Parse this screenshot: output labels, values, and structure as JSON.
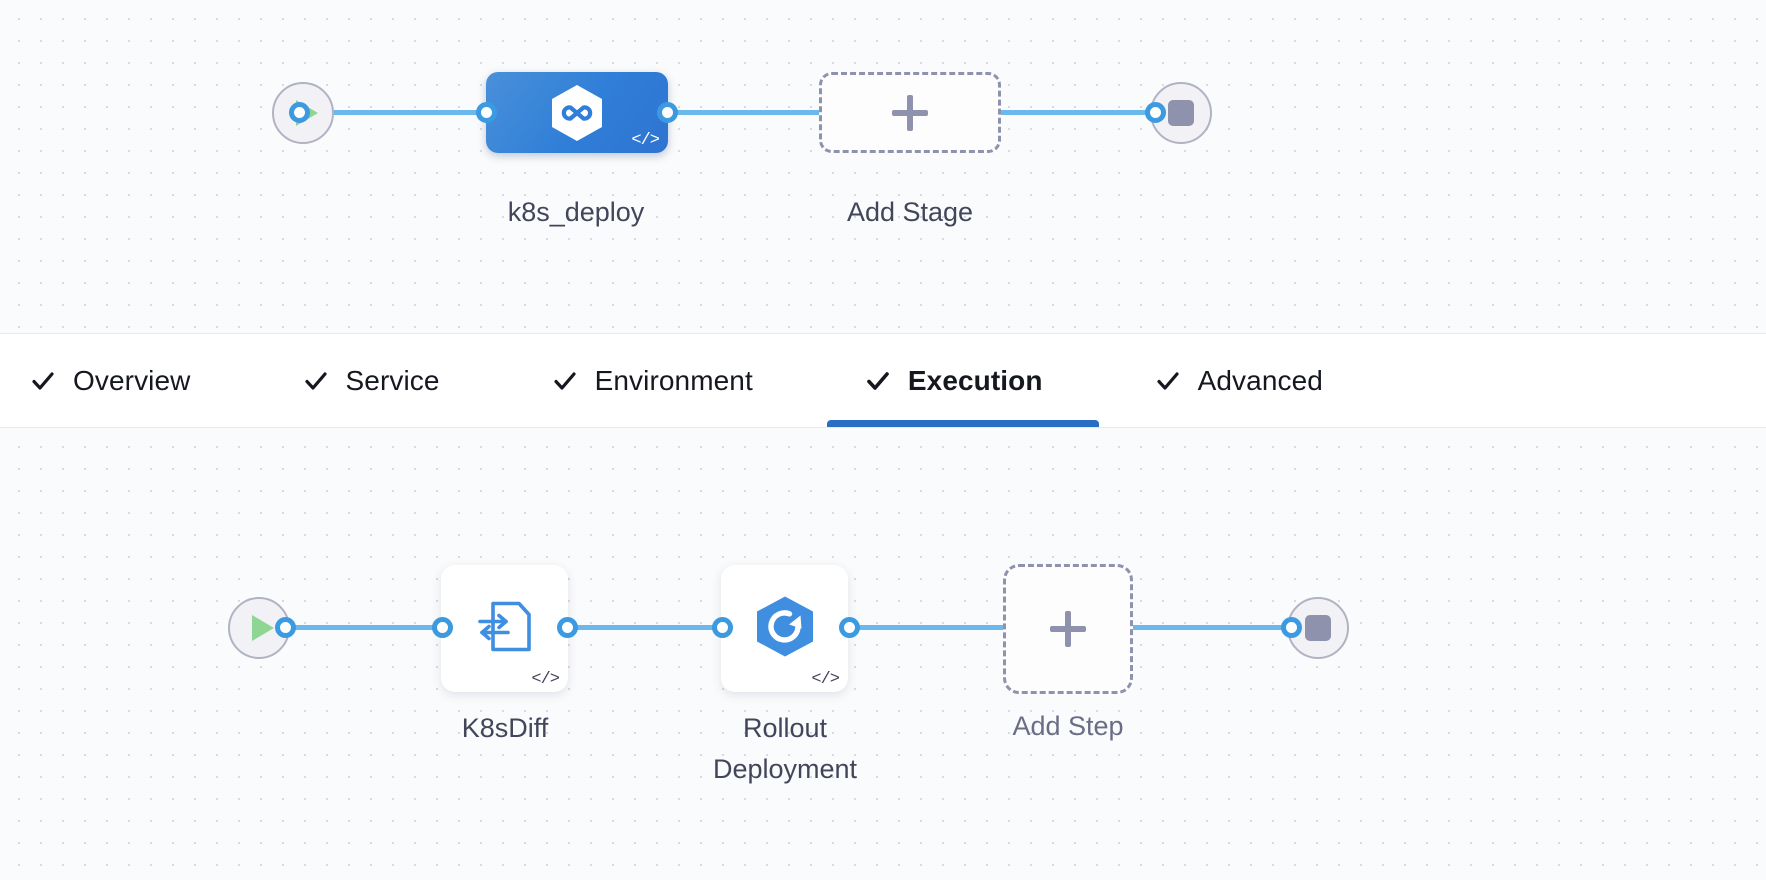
{
  "theme": {
    "canvas_bg": "#fafbfc",
    "grid_dot": "#d6dae3",
    "edge_blue": "#6bb8ec",
    "dot_ring_blue": "#3c9ae0",
    "stage_blue": "#2f7ed8",
    "accent_underline": "#2a6dc4",
    "icon_blue": "#3f8ee0",
    "dashed_gray": "#8f92ad",
    "play_green": "#8fd694",
    "text_dark": "#16181f",
    "text_body": "#43455a"
  },
  "stage_canvas": {
    "name": "stage-pipeline-canvas",
    "start_node": {
      "name": "pipeline-start-node",
      "icon": "play-icon"
    },
    "end_node": {
      "name": "pipeline-end-node",
      "icon": "stop-icon"
    },
    "stages": [
      {
        "label": "k8s_deploy",
        "icon": "harness-cd-hexagon-icon",
        "code_badge": "</>",
        "selected": true
      }
    ],
    "add_stage": {
      "label": "Add Stage",
      "icon": "plus-icon"
    }
  },
  "tabs": {
    "name": "stage-config-tabs",
    "items": [
      {
        "label": "Overview",
        "icon": "check-icon",
        "complete": true,
        "active": false
      },
      {
        "label": "Service",
        "icon": "check-icon",
        "complete": true,
        "active": false
      },
      {
        "label": "Environment",
        "icon": "check-icon",
        "complete": true,
        "active": false
      },
      {
        "label": "Execution",
        "icon": "check-icon",
        "complete": true,
        "active": true
      },
      {
        "label": "Advanced",
        "icon": "check-icon",
        "complete": true,
        "active": false
      }
    ]
  },
  "execution_canvas": {
    "name": "execution-pipeline-canvas",
    "start_node": {
      "name": "execution-start-node",
      "icon": "play-icon"
    },
    "end_node": {
      "name": "execution-end-node",
      "icon": "stop-icon"
    },
    "steps": [
      {
        "label": "K8sDiff",
        "icon": "k8s-diff-document-arrows-icon",
        "code_badge": "</>"
      },
      {
        "label": "Rollout\nDeployment",
        "icon": "rollout-deployment-hexagon-icon",
        "code_badge": "</>"
      }
    ],
    "add_step": {
      "label": "Add Step",
      "icon": "plus-icon"
    }
  }
}
